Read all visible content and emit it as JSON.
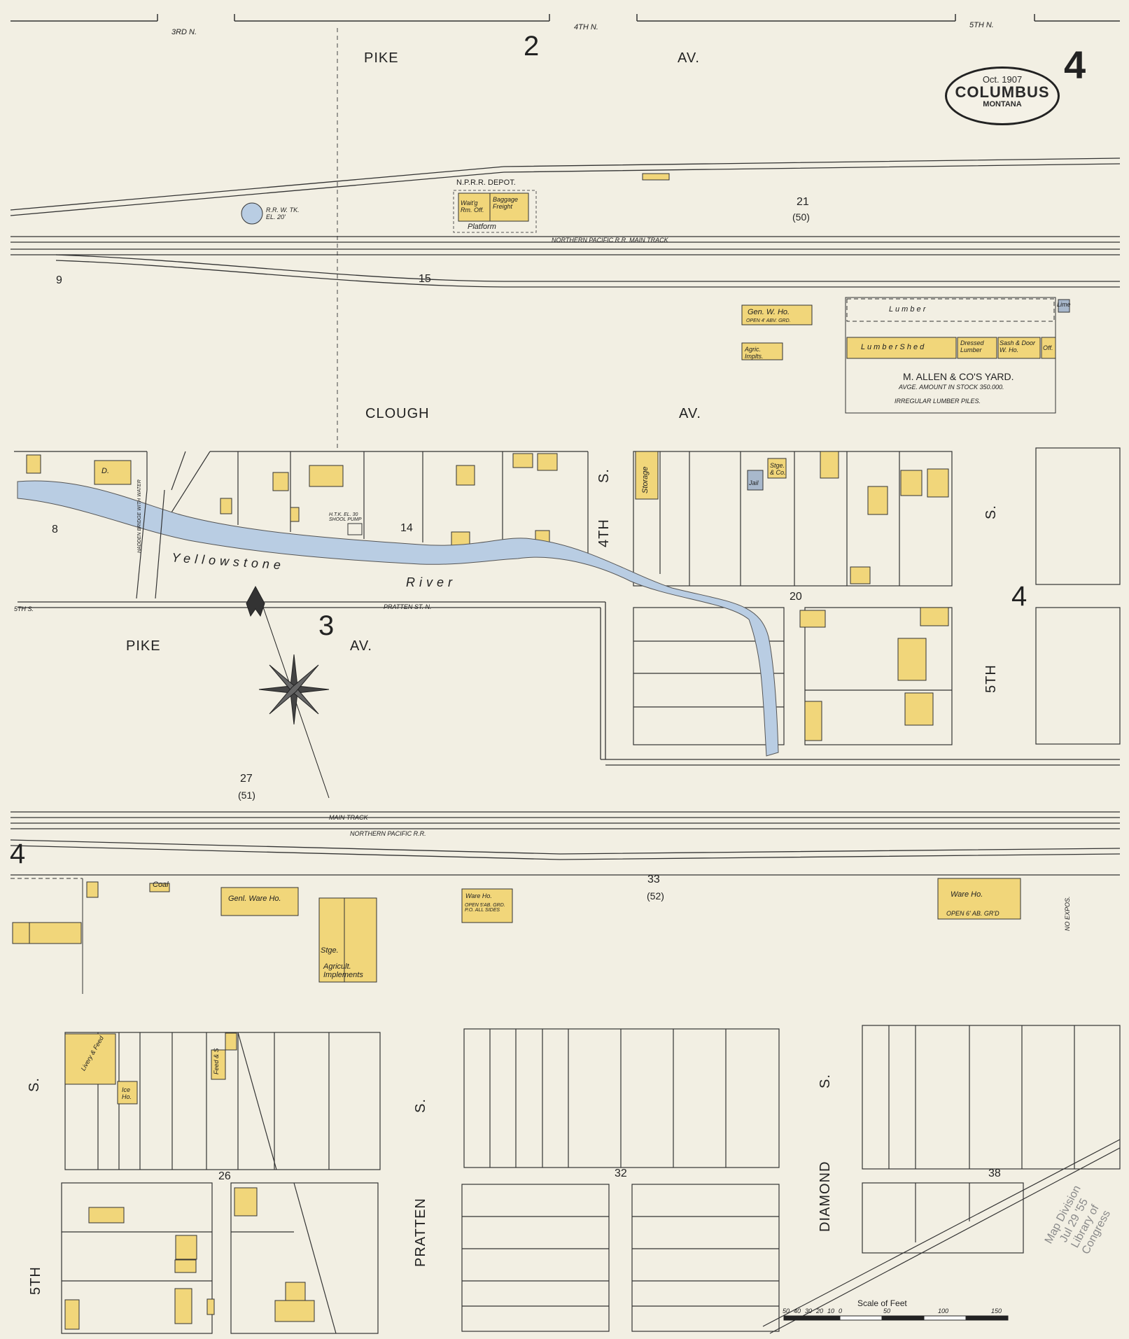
{
  "header": {
    "date": "Oct. 1907",
    "city": "COLUMBUS",
    "state": "MONTANA",
    "sheet_number": "4"
  },
  "streets": {
    "pike_top": "PIKE",
    "av_top": "AV.",
    "clough": "CLOUGH",
    "clough_av": "AV.",
    "pike_mid": "PIKE",
    "av_mid": "AV.",
    "third_n": "3RD N.",
    "fourth_n": "4TH N.",
    "fifth_n": "5TH N.",
    "fourth_s_a": "S.",
    "fourth_s_b": "4TH",
    "fifth_s_a": "S.",
    "fifth_s_b": "5TH",
    "pratten": "PRATTEN",
    "pratten_s": "S.",
    "diamond": "DIAMOND",
    "diamond_s": "S.",
    "fifth_low": "5TH",
    "s_low": "S.",
    "fifth_st": "5TH S.",
    "pratten_st_n": "PRATTEN ST. N."
  },
  "blocks": {
    "b2": "2",
    "b3": "3",
    "b4a": "4",
    "b4b": "4",
    "b8": "8",
    "b9": "9",
    "b14": "14",
    "b15": "15",
    "b20": "20",
    "b21": "21",
    "b21s": "(50)",
    "b26": "26",
    "b27": "27",
    "b27s": "(51)",
    "b32": "32",
    "b33": "33",
    "b33s": "(52)",
    "b38": "38"
  },
  "river": {
    "name_a": "Yellowstone",
    "name_b": "River"
  },
  "railroad": {
    "main_track_top": "NORTHERN   PACIFIC   R.R.   MAIN   TRACK",
    "main_track_bottom": "MAIN   TRACK",
    "np_rr_bottom": "NORTHERN   PACIFIC   R.R.",
    "depot": "N.P.R.R. DEPOT.",
    "waiting_rm": "Wait'g Rm. Off.",
    "baggage": "Baggage Freight",
    "platform": "Platform",
    "water_tank": "R.R. W. TK. EL. 20'"
  },
  "buildings": {
    "gen_w_ho": "Gen. W. Ho.",
    "open_4ft": "OPEN 4' ABV. GRD.",
    "agric_impl": "Agric. Implts.",
    "lumber": "L u m b e r",
    "lumber_shed": "L u m b e r   S h e d",
    "dressed_lumber": "Dressed Lumber",
    "sash_door": "Sash & Door W. Ho.",
    "off": "Off.",
    "yard_title": "M. ALLEN & CO'S YARD.",
    "yard_stock": "AVGE. AMOUNT IN STOCK 350.000.",
    "yard_piles": "IRREGULAR LUMBER PILES.",
    "lime": "Lime",
    "storage": "Storage",
    "jail": "Jail",
    "stge": "Stge. & Co.",
    "coal": "Coal",
    "genl_ware_ho": "Genl. Ware Ho.",
    "stge2": "Stge.",
    "agricult_impl": "Agricult. Implements",
    "ware_ho_center": "Ware Ho.",
    "ware_ho_center_note": "OPEN 5'AB. GRD. P.O. ALL SIDES",
    "ware_ho_right": "Ware Ho.",
    "ware_ho_right_note": "OPEN 6' AB. GR'D",
    "ice_ho": "Ice Ho.",
    "livery": "Livery & Feed",
    "feed": "Feed & S",
    "dwelling": "D.",
    "no_expos": "NO EXPOS.",
    "pump": "H.T.K. EL. 30 SHOOL PUMP",
    "hadden_bridge": "HADDEN BRIDGE WITH WATER"
  },
  "scale": {
    "title": "Scale of Feet",
    "ticks": [
      "50",
      "40",
      "30",
      "20",
      "10",
      "0",
      "50",
      "100",
      "150"
    ]
  },
  "stamp": {
    "line1": "Map Division",
    "line2": "Jul 29 '55",
    "line3": "Library of Congress"
  },
  "colors": {
    "paper": "#f2efe3",
    "frame_building": "#f1d67a",
    "river": "#b9cde3",
    "ink": "#222222",
    "stone_building": "#a8b8cc"
  }
}
